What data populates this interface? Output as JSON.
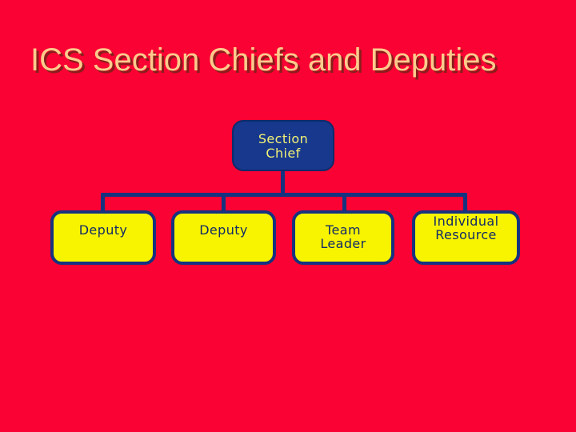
{
  "slide": {
    "title": "ICS Section Chiefs and Deputies",
    "colors": {
      "background": "#FA0233",
      "title_text": "#FCCB8C",
      "title_shadow": "#8A1D1B",
      "connector_navy": "#16337F",
      "root_box_fill": "#17388C",
      "root_box_text": "#F2F176",
      "child_box_fill": "#F8F400",
      "child_box_border": "#16337F",
      "child_box_text": "#132B66"
    }
  },
  "org_chart": {
    "root": {
      "label": "Section Chief",
      "lines": [
        "Section",
        "Chief"
      ]
    },
    "children": [
      {
        "label": "Deputy",
        "lines": [
          "Deputy"
        ]
      },
      {
        "label": "Deputy",
        "lines": [
          "Deputy"
        ]
      },
      {
        "label": "Team Leader",
        "lines": [
          "Team",
          "Leader"
        ]
      },
      {
        "label": "Individual Resource",
        "lines": [
          "Individual",
          "Resource"
        ]
      }
    ]
  }
}
